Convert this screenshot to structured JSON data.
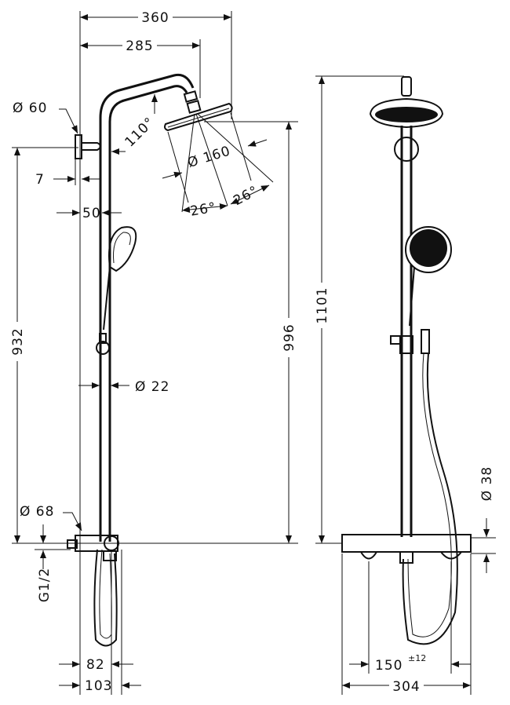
{
  "drawing": {
    "side_view": {
      "overall_projection": "360",
      "head_projection": "285",
      "wall_bracket_diameter": "Ø 60",
      "arm_angle": "110°",
      "head_diameter": "Ø 160",
      "spray_angle_left": "26°",
      "spray_angle_right": "26°",
      "bracket_offset": "7",
      "pipe_offset": "50",
      "bracket_height": "932",
      "head_height": "996",
      "pipe_diameter": "Ø 22",
      "mixer_diameter": "Ø 68",
      "thread": "G1/2",
      "depth_82": "82",
      "depth_103": "103"
    },
    "front_view": {
      "total_height": "1101",
      "mixer_height": "Ø 38",
      "inlet_spacing": "150",
      "inlet_tolerance": "±12",
      "mixer_width": "304"
    }
  }
}
